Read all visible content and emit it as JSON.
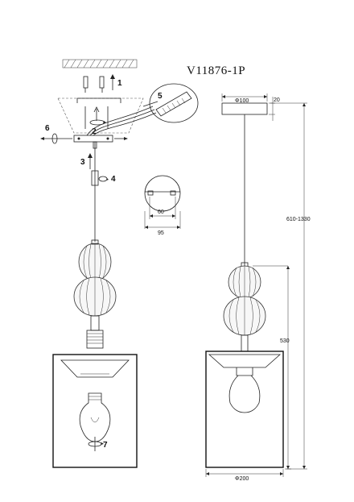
{
  "title": "V11876-1P",
  "steps": [
    "1",
    "2",
    "3",
    "4",
    "5",
    "6",
    "7"
  ],
  "bracket_dims": {
    "inner": "60",
    "outer": "95"
  },
  "product_dims": {
    "canopy_diameter": "Φ100",
    "canopy_height": "20",
    "total_height": "610-1330",
    "body_height": "530",
    "shade_diameter": "Φ200"
  },
  "icons": [
    "screw-icon",
    "rotate-arrow-icon",
    "bulb-icon",
    "pendant-lamp-icon"
  ]
}
